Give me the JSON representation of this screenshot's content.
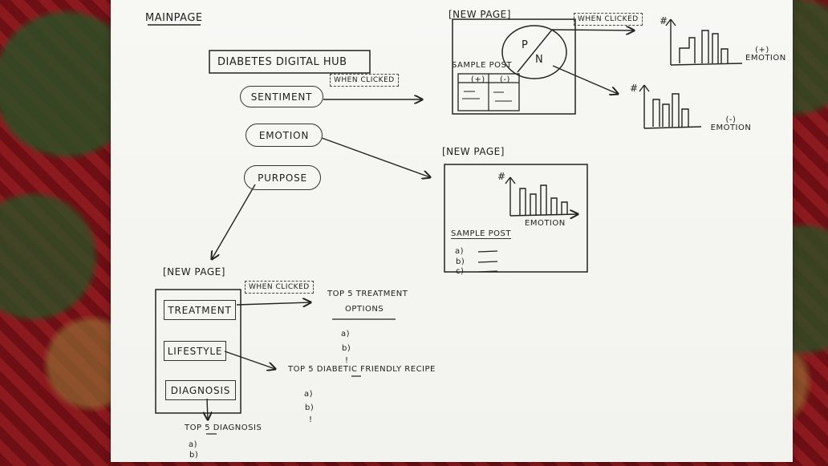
{
  "mainpage_label": "MAINPAGE",
  "title": "DIABETES DIGITAL HUB",
  "mainpage_buttons": {
    "sentiment": "SENTIMENT",
    "emotion": "EMOTION",
    "purpose": "PURPOSE"
  },
  "annotations": {
    "when_clicked_top": "WHEN CLICKED",
    "when_clicked_sentiment": "WHEN CLICKED",
    "when_clicked_purpose": "WHEN CLICKED"
  },
  "sentiment_page": {
    "label": "[NEW PAGE]",
    "sample_post": "SAMPLE POST",
    "positive_col": "(+)",
    "negative_col": "(-)",
    "pie_left": "P",
    "pie_right": "N",
    "chart_positive_label": "(+) EMOTION",
    "chart_negative_label": "(-) EMOTION",
    "y_axis_symbol": "#"
  },
  "emotion_page": {
    "label": "[NEW PAGE]",
    "axis_symbol": "#",
    "x_axis_label": "EMOTION",
    "sample_post": "SAMPLE POST",
    "items": [
      "a)",
      "b)",
      "c)"
    ]
  },
  "purpose_page": {
    "label": "[NEW PAGE]",
    "buttons": [
      "TREATMENT",
      "LIFESTYLE",
      "DIAGNOSIS"
    ],
    "top5_treatment_title_line1": "TOP 5 TREATMENT",
    "top5_treatment_title_line2": "OPTIONS",
    "treatment_items": [
      "a)",
      "b)",
      "!"
    ],
    "top5_recipe_title": "TOP 5 DIABETIC FRIENDLY RECIPE",
    "recipe_items": [
      "a)",
      "b)",
      "!"
    ],
    "top5_diagnosis_title": "TOP 5 DIAGNOSIS",
    "diagnosis_items": [
      "a)",
      "b)"
    ]
  }
}
